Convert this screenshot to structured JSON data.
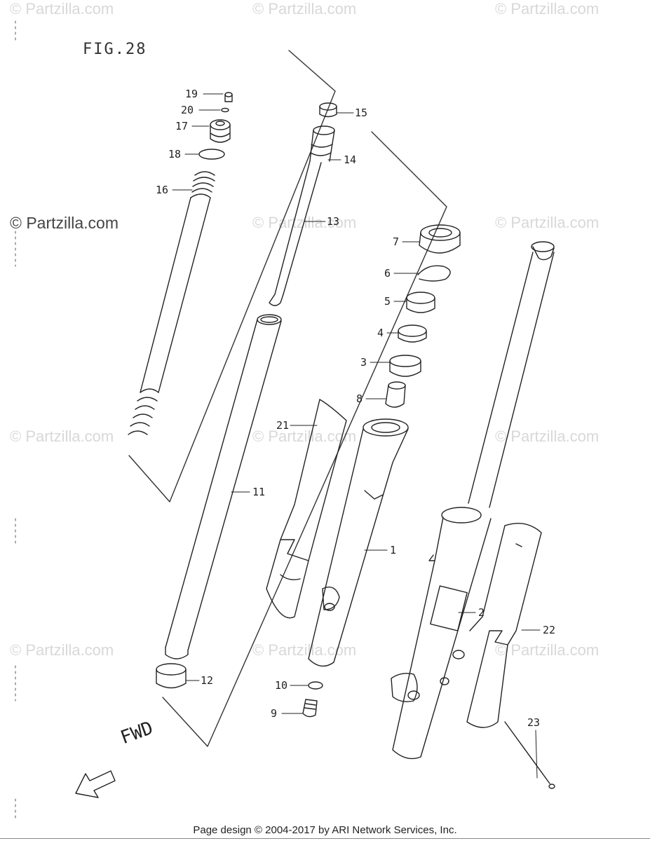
{
  "figure_title": "FIG.28",
  "watermark_text": "© Partzilla.com",
  "footer_text": "Page design © 2004-2017 by ARI Network Services, Inc.",
  "direction_label": "FWD",
  "part_labels": {
    "p1": "1",
    "p2": "2",
    "p3": "3",
    "p4": "4",
    "p5": "5",
    "p6": "6",
    "p7": "7",
    "p8": "8",
    "p9": "9",
    "p10": "10",
    "p11": "11",
    "p12": "12",
    "p13": "13",
    "p14": "14",
    "p15": "15",
    "p16": "16",
    "p17": "17",
    "p18": "18",
    "p19": "19",
    "p20": "20",
    "p21": "21",
    "p22": "22",
    "p23": "23"
  }
}
